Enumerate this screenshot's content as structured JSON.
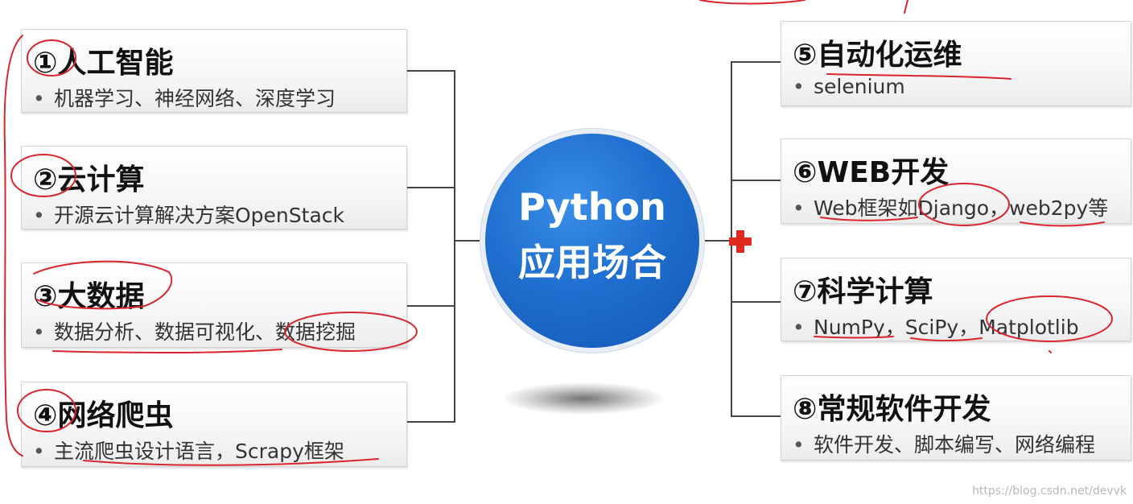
{
  "center": {
    "line1": "Python",
    "line2": "应用场合"
  },
  "left": [
    {
      "title": "①人工智能",
      "item": "机器学习、神经网络、深度学习"
    },
    {
      "title": "②云计算",
      "item": "开源云计算解决方案OpenStack"
    },
    {
      "title": "③大数据",
      "item": "数据分析、数据可视化、数据挖掘"
    },
    {
      "title": "④网络爬虫",
      "item": "主流爬虫设计语言，Scrapy框架"
    }
  ],
  "right": [
    {
      "title": "⑤自动化运维",
      "item": "selenium"
    },
    {
      "title": "⑥WEB开发",
      "item": "Web框架如Django，web2py等"
    },
    {
      "title": "⑦科学计算",
      "item": "NumPy，SciPy，Matplotlib"
    },
    {
      "title": "⑧常规软件开发",
      "item": "软件开发、脚本编写、网络编程"
    }
  ],
  "bullet": "•",
  "watermark": "https://blog.csdn.net/devvk",
  "colors": {
    "circle": "#1f6fd0",
    "ink": "#d9262e",
    "connector": "#444444",
    "plus": "#e02a1e"
  }
}
